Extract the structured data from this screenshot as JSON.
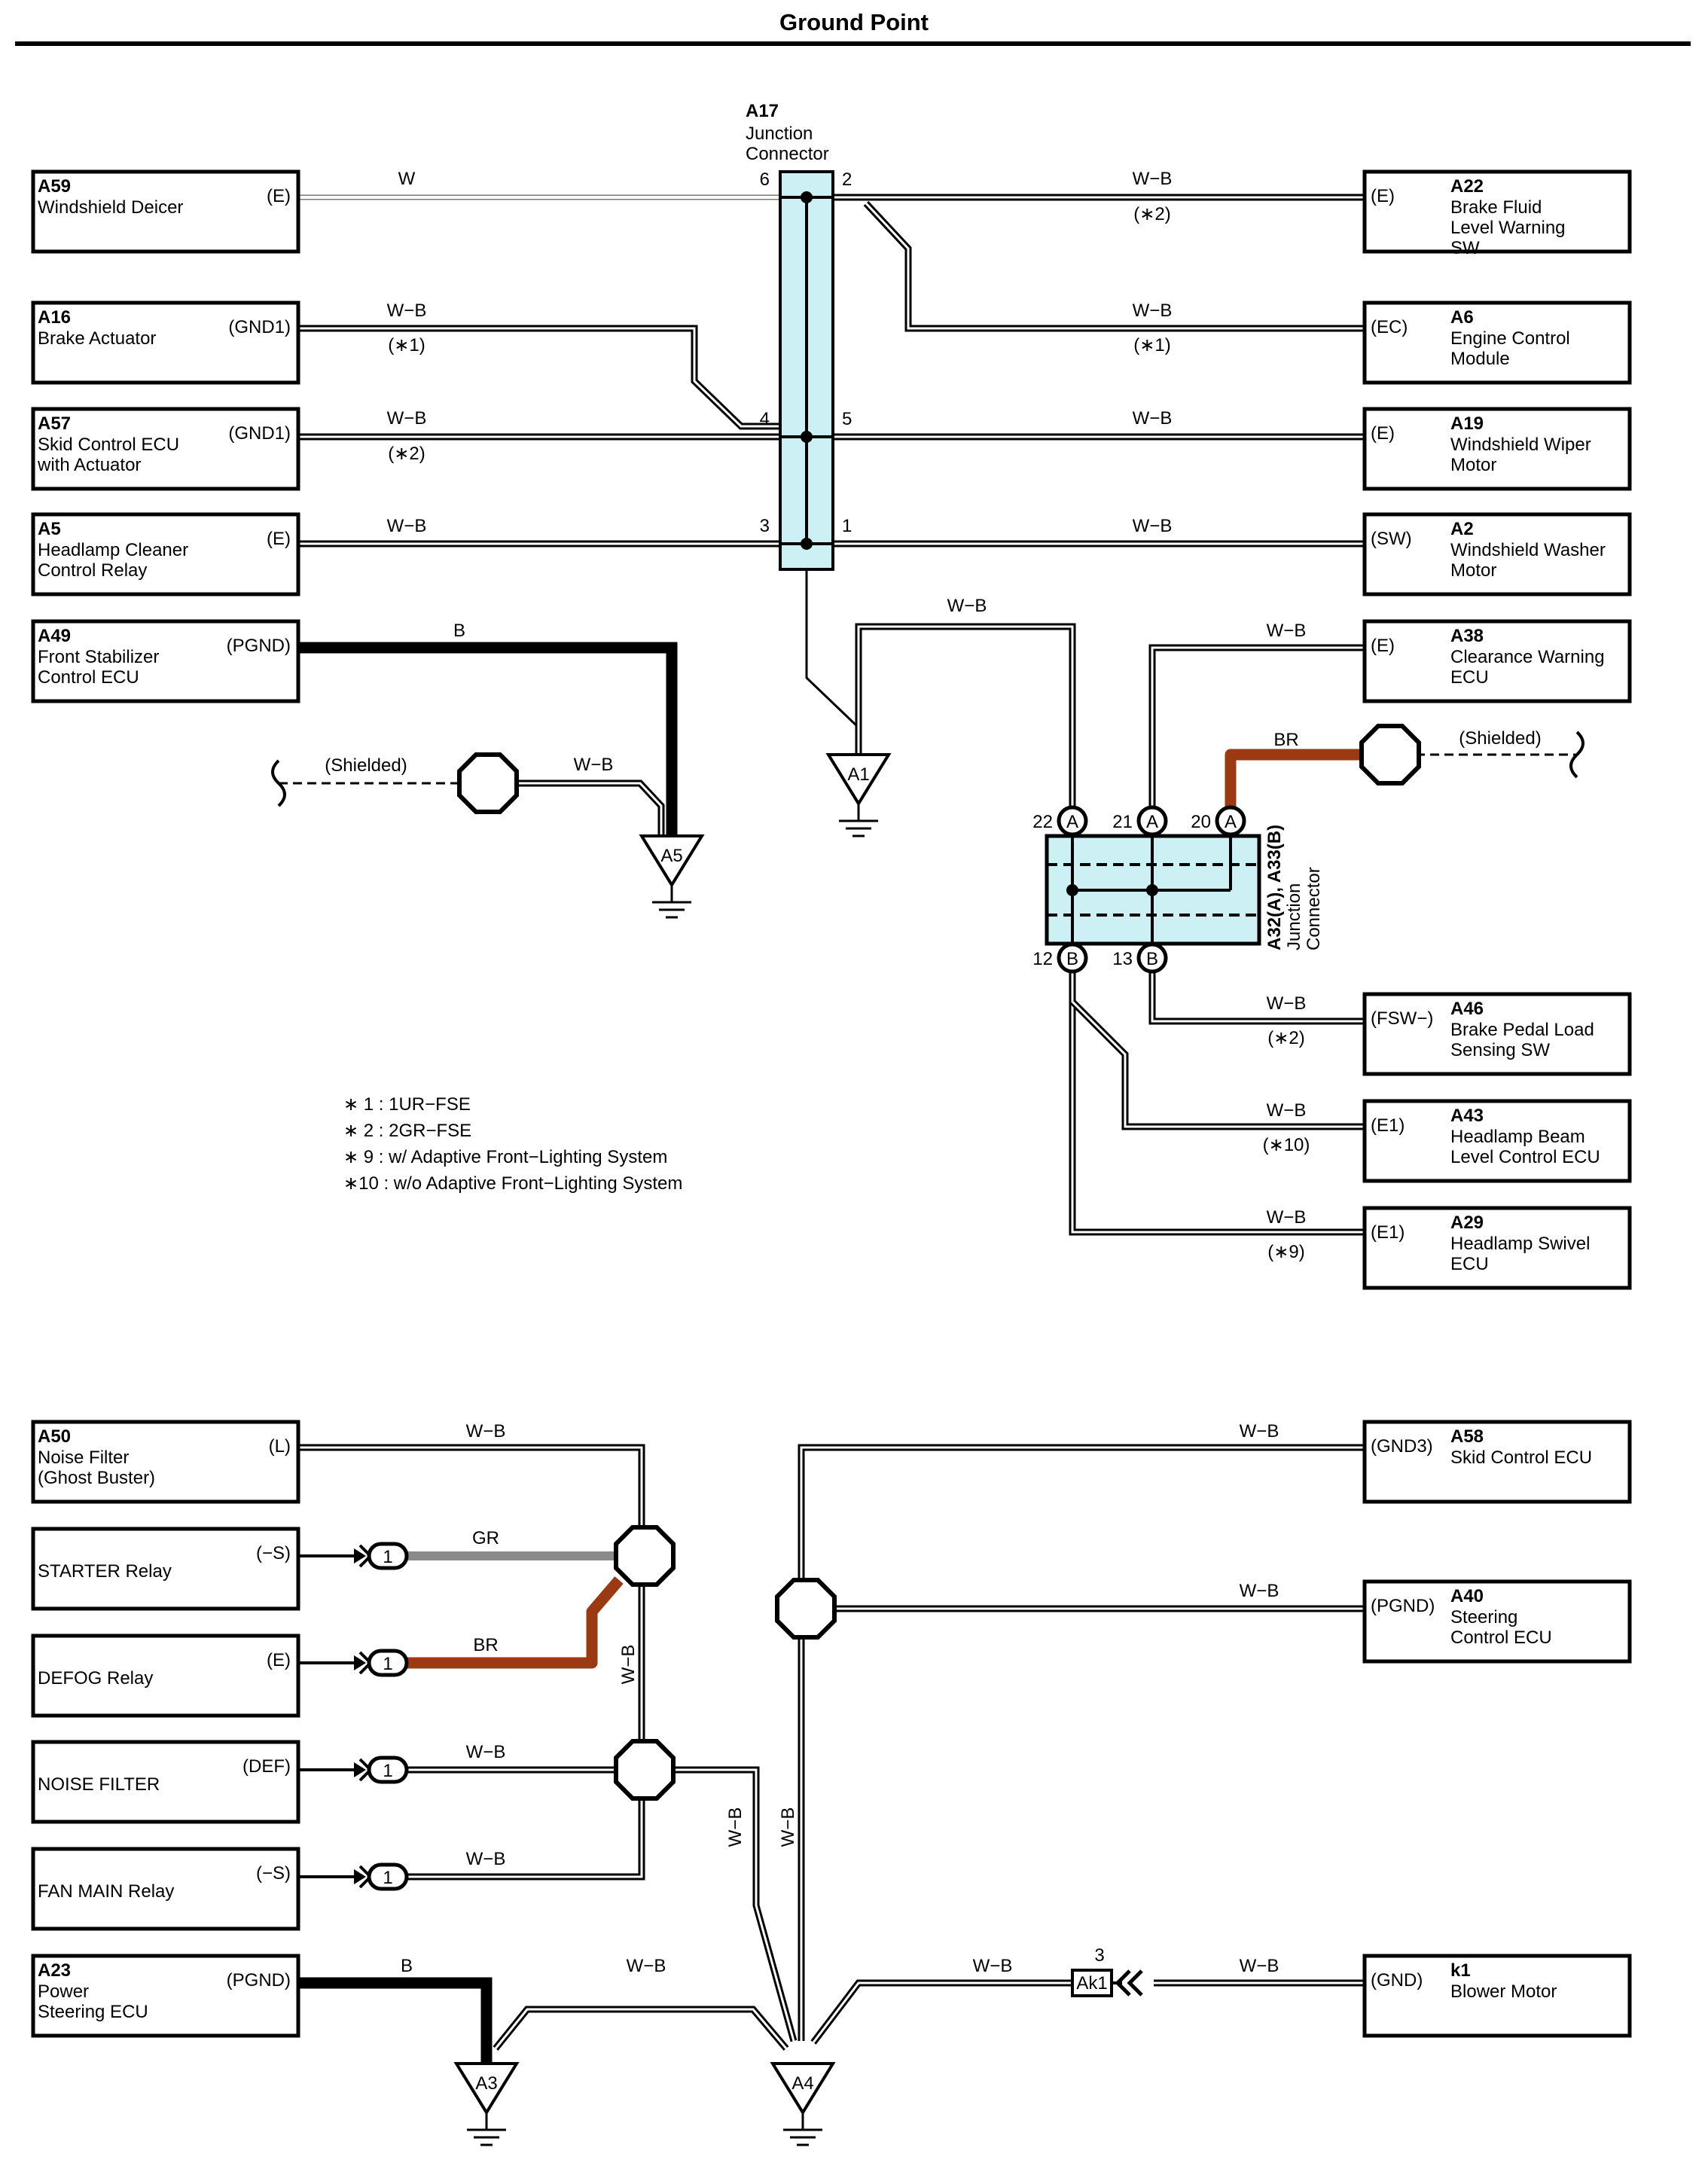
{
  "title": "Ground Point",
  "components": {
    "a59": {
      "id": "A59",
      "lines": [
        "Windshield Deicer"
      ],
      "pin": "(E)"
    },
    "a16": {
      "id": "A16",
      "lines": [
        "Brake Actuator"
      ],
      "pin": "(GND1)"
    },
    "a57": {
      "id": "A57",
      "lines": [
        "Skid Control ECU",
        "with Actuator"
      ],
      "pin": "(GND1)"
    },
    "a5": {
      "id": "A5",
      "lines": [
        "Headlamp Cleaner",
        "Control Relay"
      ],
      "pin": "(E)"
    },
    "a49": {
      "id": "A49",
      "lines": [
        "Front Stabilizer",
        "Control ECU"
      ],
      "pin": "(PGND)"
    },
    "a22": {
      "id": "A22",
      "lines": [
        "Brake Fluid",
        "Level Warning",
        "SW"
      ],
      "pin": "(E)"
    },
    "a6": {
      "id": "A6",
      "lines": [
        "Engine Control",
        "Module"
      ],
      "pin": "(EC)"
    },
    "a19": {
      "id": "A19",
      "lines": [
        "Windshield Wiper",
        "Motor"
      ],
      "pin": "(E)"
    },
    "a2": {
      "id": "A2",
      "lines": [
        "Windshield Washer",
        "Motor"
      ],
      "pin": "(SW)"
    },
    "a38": {
      "id": "A38",
      "lines": [
        "Clearance Warning",
        "ECU"
      ],
      "pin": "(E)"
    },
    "a46": {
      "id": "A46",
      "lines": [
        "Brake Pedal Load",
        "Sensing SW"
      ],
      "pin": "(FSW−)"
    },
    "a43": {
      "id": "A43",
      "lines": [
        "Headlamp Beam",
        "Level Control ECU"
      ],
      "pin": "(E1)"
    },
    "a29": {
      "id": "A29",
      "lines": [
        "Headlamp Swivel",
        "ECU"
      ],
      "pin": "(E1)"
    },
    "a50": {
      "id": "A50",
      "lines": [
        "Noise Filter",
        "(Ghost Buster)"
      ],
      "pin": "(L)"
    },
    "starter": {
      "id": "",
      "lines": [
        "STARTER Relay"
      ],
      "pin": "(−S)"
    },
    "defog": {
      "id": "",
      "lines": [
        "DEFOG Relay"
      ],
      "pin": "(E)"
    },
    "noise": {
      "id": "",
      "lines": [
        "NOISE FILTER"
      ],
      "pin": "(DEF)"
    },
    "fanmain": {
      "id": "",
      "lines": [
        "FAN MAIN Relay"
      ],
      "pin": "(−S)"
    },
    "a23": {
      "id": "A23",
      "lines": [
        "Power",
        "Steering ECU"
      ],
      "pin": "(PGND)"
    },
    "a58": {
      "id": "A58",
      "lines": [
        "Skid Control ECU"
      ],
      "pin": "(GND3)"
    },
    "a40": {
      "id": "A40",
      "lines": [
        "Steering",
        "Control ECU"
      ],
      "pin": "(PGND)"
    },
    "k1": {
      "id": "k1",
      "lines": [
        "Blower Motor"
      ],
      "pin": "(GND)"
    }
  },
  "junction_a17": {
    "id": "A17",
    "lines": [
      "Junction",
      "Connector"
    ],
    "pins": [
      "6",
      "2",
      "4",
      "5",
      "3",
      "1"
    ]
  },
  "junction_a32": {
    "line1": "A32(A), A33(B)",
    "line2": "Junction",
    "line3": "Connector",
    "pins_a": [
      "22",
      "21",
      "20"
    ],
    "pins_b": [
      "12",
      "13"
    ],
    "letter_a": "A",
    "letter_b": "B"
  },
  "wire_labels": {
    "w": "W",
    "wb": "W−B",
    "b": "B",
    "br": "BR",
    "gr": "GR",
    "n1": "(∗1)",
    "n2": "(∗2)",
    "n9": "(∗9)",
    "n10": "(∗10)"
  },
  "shielded": "(Shielded)",
  "grounds": [
    "A1",
    "A5",
    "A3",
    "A4"
  ],
  "splice_pin": "1",
  "inline_connector": {
    "id": "Ak1",
    "pin": "3"
  },
  "notes": [
    "∗ 1 : 1UR−FSE",
    "∗ 2 : 2GR−FSE",
    "∗ 9 : w/ Adaptive Front−Lighting System",
    "∗10 : w/o Adaptive Front−Lighting System"
  ],
  "colors": {
    "wire_b": "#000000",
    "wire_br": "#9b3a12",
    "wire_gr": "#8a8a8a",
    "junction_fill": "#cdf0f4"
  }
}
